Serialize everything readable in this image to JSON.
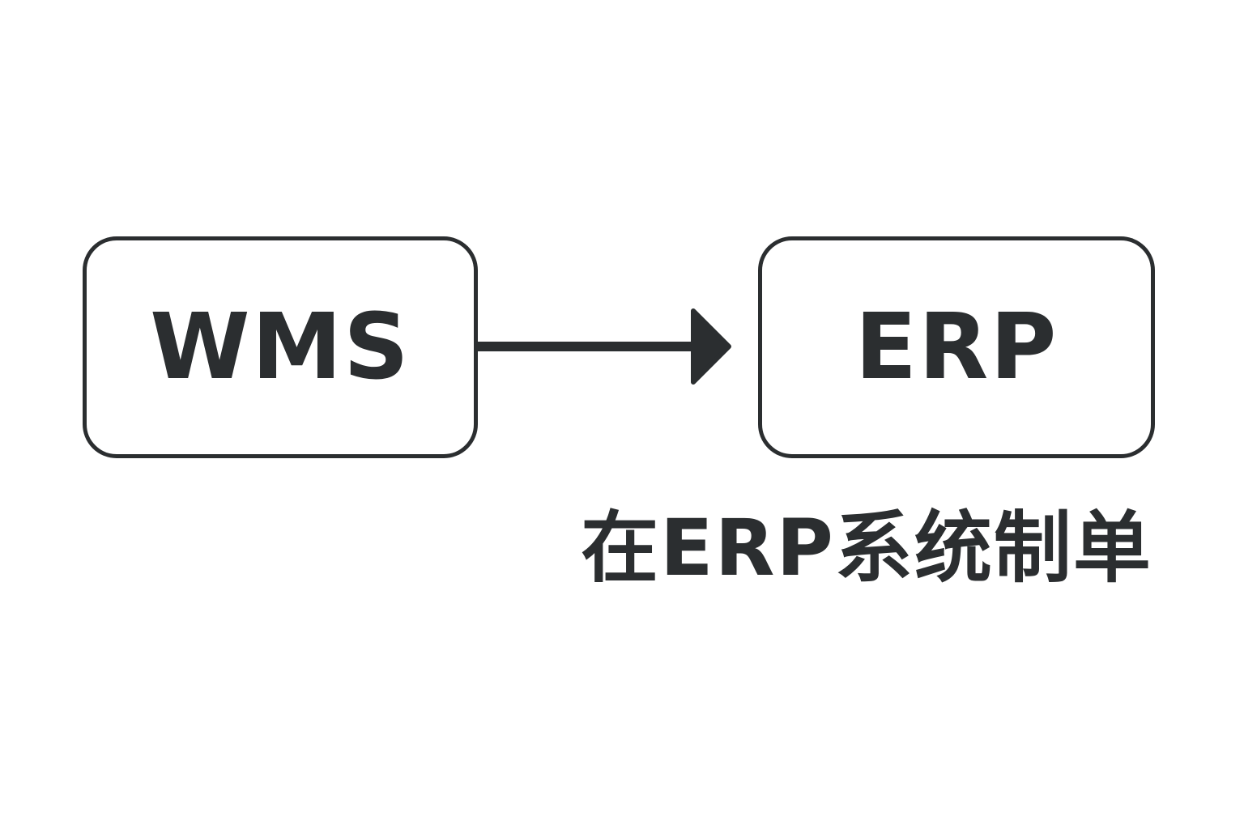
{
  "diagram": {
    "nodes": [
      {
        "id": "wms",
        "label": "WMS"
      },
      {
        "id": "erp",
        "label": "ERP"
      }
    ],
    "edges": [
      {
        "from": "wms",
        "to": "erp"
      }
    ],
    "caption": "在ERP系统制单",
    "colors": {
      "stroke": "#2b2e30",
      "text": "#2b2e30",
      "background": "#ffffff"
    }
  }
}
